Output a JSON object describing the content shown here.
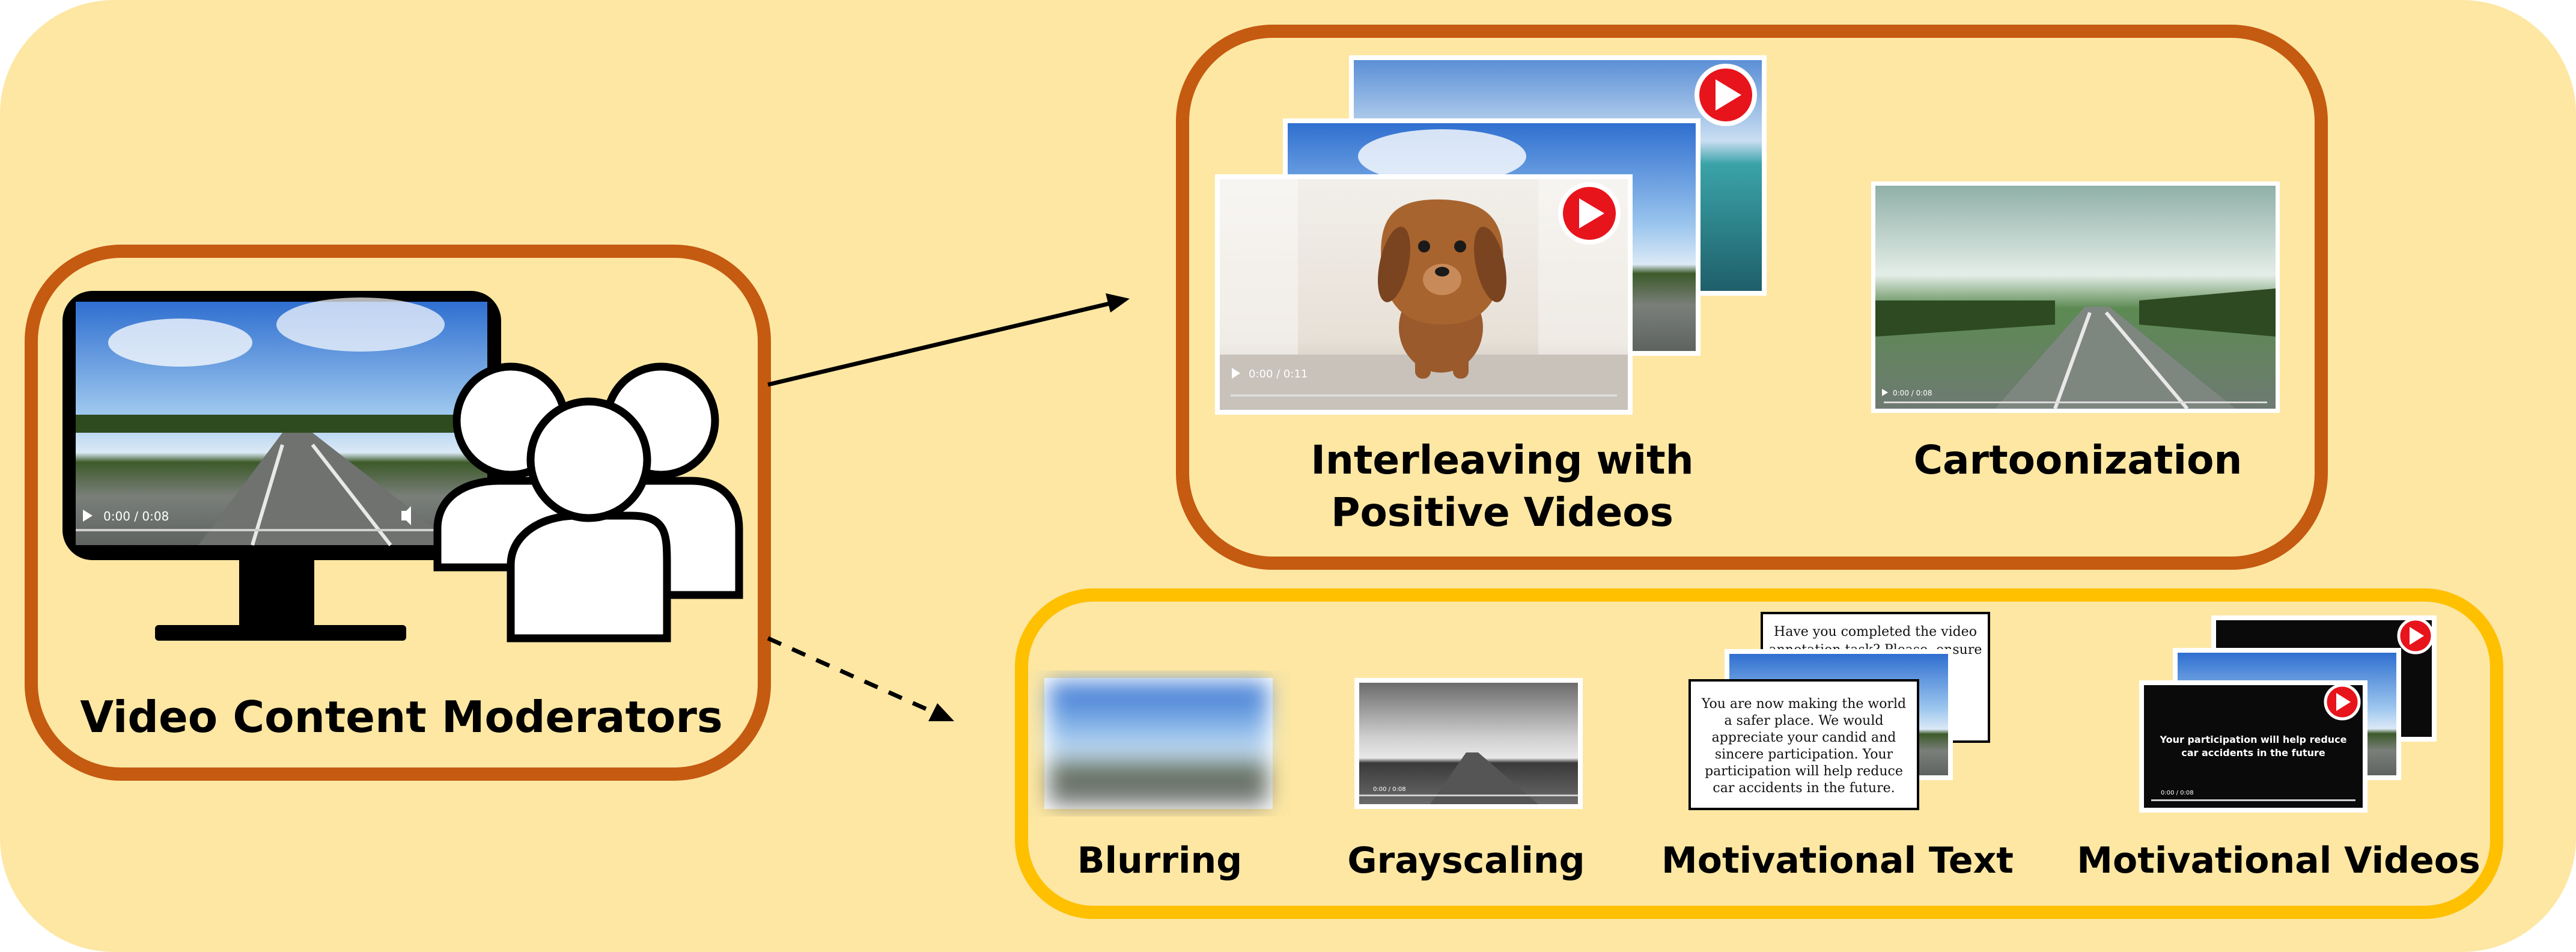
{
  "left_panel": {
    "label": "Video Content Moderators",
    "video_time": "0:00 / 0:08"
  },
  "top_panel": {
    "interleave_label_line1": "Interleaving with",
    "interleave_label_line2": "Positive Videos",
    "interleave_video_time": "0:00 / 0:11",
    "cartoon_label": "Cartoonization",
    "cartoon_video_time": "0:00 / 0:08"
  },
  "bottom_panel": {
    "blur_label": "Blurring",
    "gray_label": "Grayscaling",
    "gray_video_time": "0:00 / 0:08",
    "text_label": "Motivational Text",
    "text_card_back_line1": "Have you completed the video",
    "text_card_back_line2": "annotation task? Please, ensure",
    "text_card_front": [
      "You are now making the world",
      "a safer place. We would",
      "appreciate your candid and",
      "sincere participation. Your",
      "participation will help reduce",
      "car accidents in the future."
    ],
    "videos_label": "Motivational Videos",
    "videos_text_line1": "Your participation will help reduce",
    "videos_text_line2": "car accidents in the future",
    "videos_time": "0:00 / 0:08"
  },
  "colors": {
    "background": "#fde7a3",
    "orange_border": "#c55a11",
    "yellow_border": "#ffc000",
    "play_red": "#e8141c"
  }
}
